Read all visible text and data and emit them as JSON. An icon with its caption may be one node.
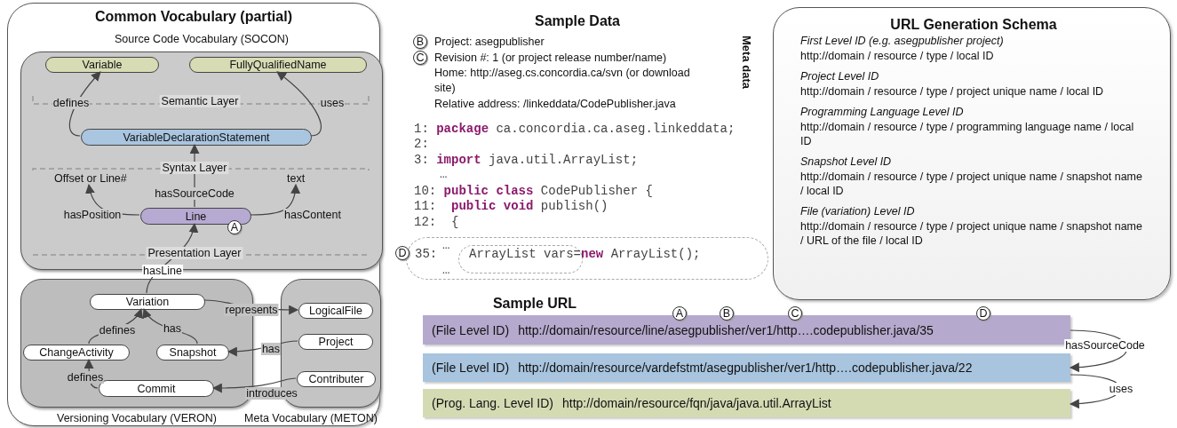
{
  "diagram": {
    "nodes": [
      {
        "text": [
          "Common Vocabulary (partial)"
        ]
      },
      {
        "text": [
          "Source Code Vocabulary (SOCON)"
        ],
        "in": 0
      },
      {
        "text": [
          "Variable"
        ],
        "in": 1
      },
      {
        "text": [
          "FullyQualifiedName"
        ],
        "in": 1
      },
      {
        "text": [
          "VariableDeclarationStatement"
        ],
        "in": 1
      },
      {
        "text": [
          "Offset or Line#"
        ],
        "in": 1
      },
      {
        "text": [
          "text"
        ],
        "in": 1
      },
      {
        "text": [
          "Line"
        ],
        "in": 1
      },
      {
        "text": [
          "Versioning Vocabulary (VERON)"
        ],
        "in": 0
      },
      {
        "text": [
          "Variation"
        ],
        "in": 8
      },
      {
        "text": [
          "ChangeActivity"
        ],
        "in": 8
      },
      {
        "text": [
          "Snapshot"
        ],
        "in": 8
      },
      {
        "text": [
          "Commit"
        ],
        "in": 8
      },
      {
        "text": [
          "Meta Vocabulary (METON)"
        ],
        "in": 0
      },
      {
        "text": [
          "LogicalFile"
        ],
        "in": 13
      },
      {
        "text": [
          "Project"
        ],
        "in": 13
      },
      {
        "text": [
          "Contributer"
        ],
        "in": 13
      },
      {
        "text": [
          "…",
          "35:",
          "ArrayList vars=**new** ArrayList();",
          "…"
        ]
      },
      {
        "text": [
          "URL Generation Schema",
          "First Level ID (e.g. asegpublisher project)",
          "http://domain / resource / type / local ID",
          "Project Level ID",
          "http://domain / resource / type / project unique name / local ID",
          "Programming Language Level ID",
          "http://domain / resource / type / programming language name / local ID",
          "Snapshot Level ID",
          "http://domain / resource / type / project unique name / snapshot name / local ID",
          "File (variation) Level ID",
          "http://domain / resource / type / project unique name / snapshot name / URL of the file / local ID"
        ]
      },
      {
        "text": [
          "(File Level ID)",
          "http://domain/resource/line/asegpublisher/ver1/http….codepublisher.java/35"
        ]
      },
      {
        "text": [
          "(File Level ID)",
          "http://domain/resource/vardefstmt/asegpublisher/ver1/http….codepublisher.java/22"
        ]
      },
      {
        "text": [
          "(Prog. Lang. Level ID)",
          "http://domain/resource/fqn/java/java.util.ArrayList"
        ]
      }
    ],
    "edges": [
      {
        "from": 4,
        "to": 2,
        "arrow": "to",
        "label": "defines"
      },
      {
        "from": 4,
        "to": 3,
        "arrow": "to",
        "label": "uses"
      },
      {
        "from": 7,
        "to": 4,
        "arrow": "to",
        "label": "hasSourceCode"
      },
      {
        "from": 7,
        "to": 5,
        "arrow": "to",
        "label": "hasPosition"
      },
      {
        "from": 7,
        "to": 6,
        "arrow": "to",
        "label": "hasContent"
      },
      {
        "from": 9,
        "to": 7,
        "arrow": "to",
        "label": "hasLine"
      },
      {
        "from": 9,
        "to": 14,
        "arrow": "to",
        "label": "represents"
      },
      {
        "from": 10,
        "to": 9,
        "arrow": "to",
        "label": "defines"
      },
      {
        "from": 11,
        "to": 9,
        "arrow": "to",
        "label": "has"
      },
      {
        "from": 15,
        "to": 11,
        "arrow": "to",
        "label": "has"
      },
      {
        "from": 12,
        "to": 10,
        "arrow": "to",
        "label": "defines"
      },
      {
        "from": 16,
        "to": 12,
        "arrow": "to",
        "label": "introduces"
      },
      {
        "from": 19,
        "to": 20,
        "arrow": "to",
        "label": "hasSourceCode"
      },
      {
        "from": 20,
        "to": 21,
        "arrow": "to",
        "label": "uses"
      }
    ],
    "labels": [
      "Semantic Layer",
      "Syntax Layer",
      "Presentation Layer",
      "A",
      "Sample Data",
      "B",
      "Project: asegpublisher",
      "C",
      "Revision #: 1 (or project release number/name)",
      "Home: http://aseg.cs.concordia.ca/svn  (or download site)",
      "Relative address: /linkeddata/CodePublisher.java",
      "Meta data",
      "1: **package** ca.concordia.ca.aseg.linkeddata;",
      "2:",
      "3: **import** java.util.ArrayList;",
      "…",
      "10: **public class** CodePublisher {",
      "11:  **public void** publish()",
      "12:  {",
      "D",
      "Sample URL",
      "A",
      "B",
      "C",
      "D"
    ]
  }
}
